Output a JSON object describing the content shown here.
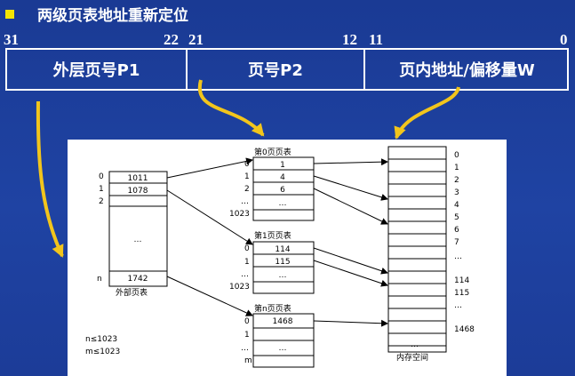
{
  "title": "两级页表地址重新定位",
  "bit_labels": {
    "b31": "31",
    "b22": "22",
    "b21": "21",
    "b12": "12",
    "b11": "11",
    "b0": "0"
  },
  "segments": {
    "outer": "外层页号P1",
    "page": "页号P2",
    "offset": "页内地址/偏移量W"
  },
  "colors": {
    "background": "#1d3d97",
    "arrow": "#f2c51c",
    "bullet": "#f2e400"
  },
  "outer_table": {
    "index_labels": [
      "0",
      "1",
      "2",
      "…",
      "n"
    ],
    "values": [
      "1011",
      "1078",
      "",
      "…",
      "1742"
    ],
    "caption": "外部页表"
  },
  "page_tables": [
    {
      "title": "第0页页表",
      "index_labels": [
        "0",
        "1",
        "2",
        "…",
        "1023"
      ],
      "values": [
        "1",
        "4",
        "6",
        "…",
        ""
      ]
    },
    {
      "title": "第1页页表",
      "index_labels": [
        "0",
        "1",
        "…",
        "1023"
      ],
      "values": [
        "114",
        "115",
        "…",
        ""
      ]
    },
    {
      "title": "第n页页表",
      "index_labels": [
        "0",
        "1",
        "…",
        "m"
      ],
      "values": [
        "1468",
        "",
        "…",
        ""
      ]
    }
  ],
  "memory": {
    "labels": [
      "0",
      "1",
      "2",
      "3",
      "4",
      "5",
      "6",
      "7",
      "…",
      "114",
      "115",
      "…",
      "1468"
    ],
    "bottom_dots": "…",
    "caption": "内存空间"
  },
  "notes": [
    "n≤1023",
    "m≤1023"
  ]
}
